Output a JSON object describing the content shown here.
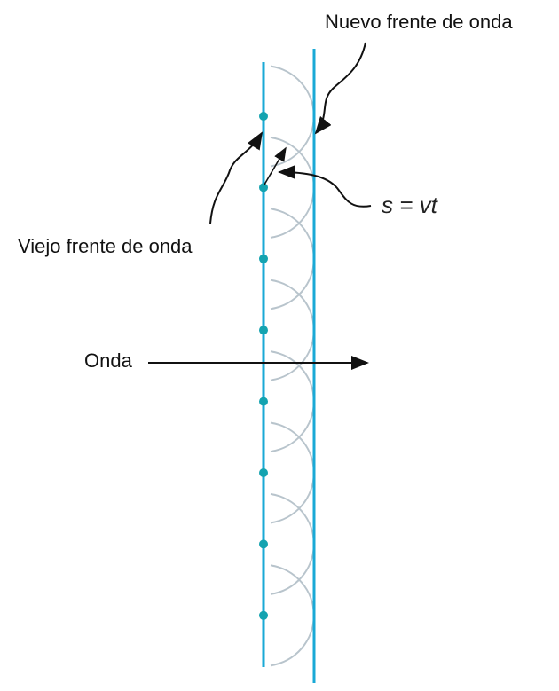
{
  "labels": {
    "new_front": "Nuevo frente de onda",
    "old_front": "Viejo frente de onda",
    "wave": "Onda",
    "distance": "s = vt"
  },
  "colors": {
    "front": "#1aa9d6",
    "source": "#14a3b0",
    "wavelet": "#b8c4cc",
    "arrow": "#111111"
  },
  "source_count": 8
}
